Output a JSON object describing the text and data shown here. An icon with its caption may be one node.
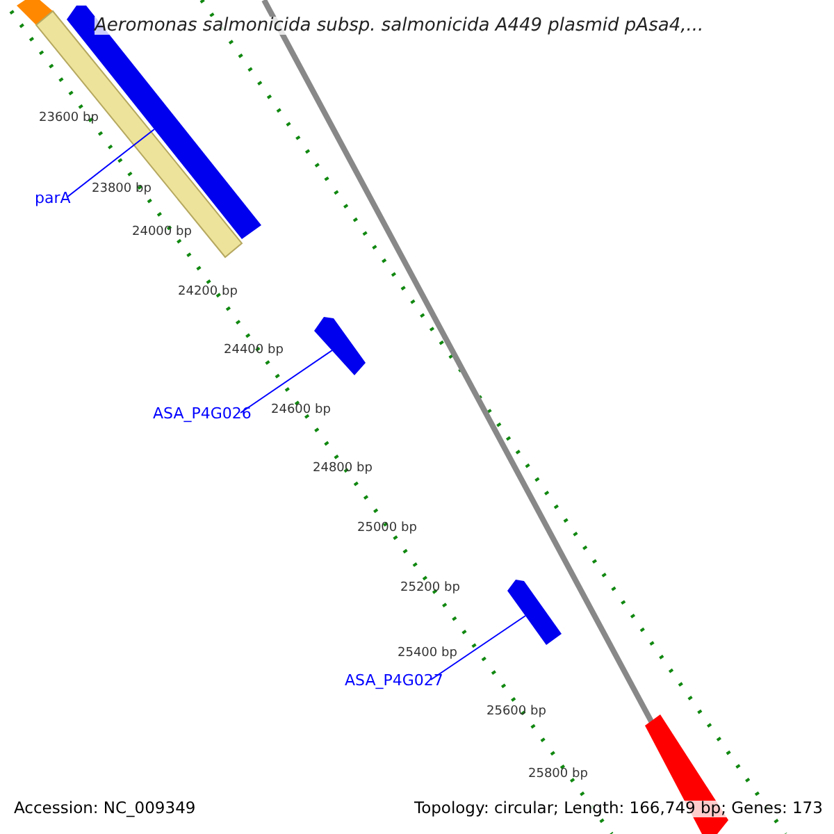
{
  "diagram": {
    "title": "Aeromonas salmonicida subsp. salmonicida A449 plasmid pAsa4,...",
    "nodes": [
      {
        "text": [
          "parA"
        ]
      },
      {
        "text": [],
        "shape": "bar"
      },
      {
        "text": [
          "ASA_P4G026"
        ]
      },
      {
        "text": [],
        "shape": "bar"
      },
      {
        "text": [
          "ASA_P4G027"
        ]
      },
      {
        "text": [],
        "shape": "bar"
      }
    ],
    "edges": [
      {
        "from": 0,
        "to": 1,
        "arrow": "none"
      },
      {
        "from": 2,
        "to": 3,
        "arrow": "none"
      },
      {
        "from": 4,
        "to": 5,
        "arrow": "none"
      }
    ],
    "labels": [
      "23600 bp",
      "23800 bp",
      "24000 bp",
      "24200 bp",
      "24400 bp",
      "24600 bp",
      "24800 bp",
      "25000 bp",
      "25200 bp",
      "25400 bp",
      "25600 bp",
      "25800 bp",
      "Accession: NC_009349",
      "Topology: circular; Length: 166,749 bp; Genes: 173"
    ]
  }
}
